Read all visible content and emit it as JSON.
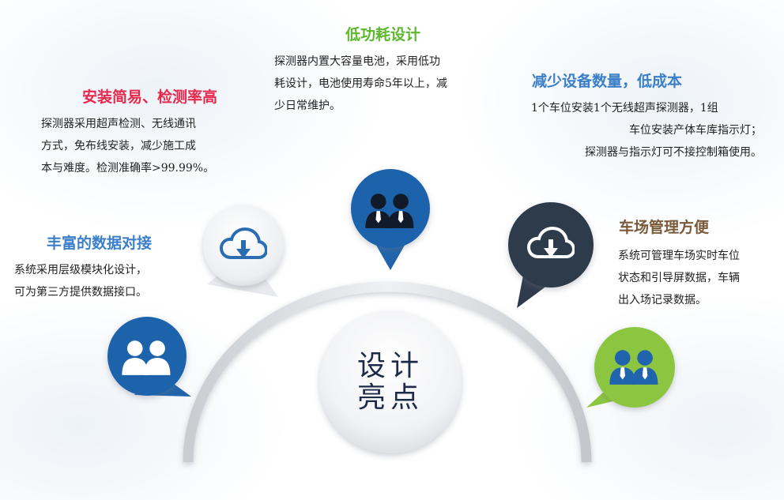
{
  "center": {
    "line1": "设计",
    "line2": "亮点"
  },
  "features": {
    "low_power": {
      "title": "低功耗设计",
      "lines": [
        "探测器内置大容量电池，采用低功",
        "耗设计，电池使用寿命5年以上，减",
        "少日常维护。"
      ]
    },
    "easy_install": {
      "title": "安装简易、检测率高",
      "lines": [
        "探测器采用超声检测、无线通讯",
        "方式，免布线安装，减少施工成",
        "本与难度。检测准确率>99.99%。"
      ]
    },
    "reduce_devices": {
      "title": "减少设备数量，低成本",
      "lines": [
        "1个车位安装1个无线超声探测器，1组",
        "车位安装产体车库指示灯；",
        "探测器与指示灯可不接控制箱使用。"
      ]
    },
    "data_interface": {
      "title": "丰富的数据对接",
      "lines": [
        "系统采用层级模块化设计，",
        "可为第三方提供数据接口。"
      ]
    },
    "lot_management": {
      "title": "车场管理方便",
      "lines": [
        "系统可管理车场实时车位",
        "状态和引导屏数据，车辆",
        "出入场记录数据。"
      ]
    }
  },
  "colors": {
    "red": "#e6284d",
    "green": "#5cb82e",
    "blue": "#3a7fc8",
    "navy": "#1e2a4a",
    "brown": "#7a5a3a",
    "bubble_blue": "#1f64ac",
    "bubble_navy": "#2f3a4c",
    "bubble_green": "#8cc63f"
  },
  "icons": {
    "people": "people-icon",
    "cloud_download": "cloud-download-icon"
  }
}
